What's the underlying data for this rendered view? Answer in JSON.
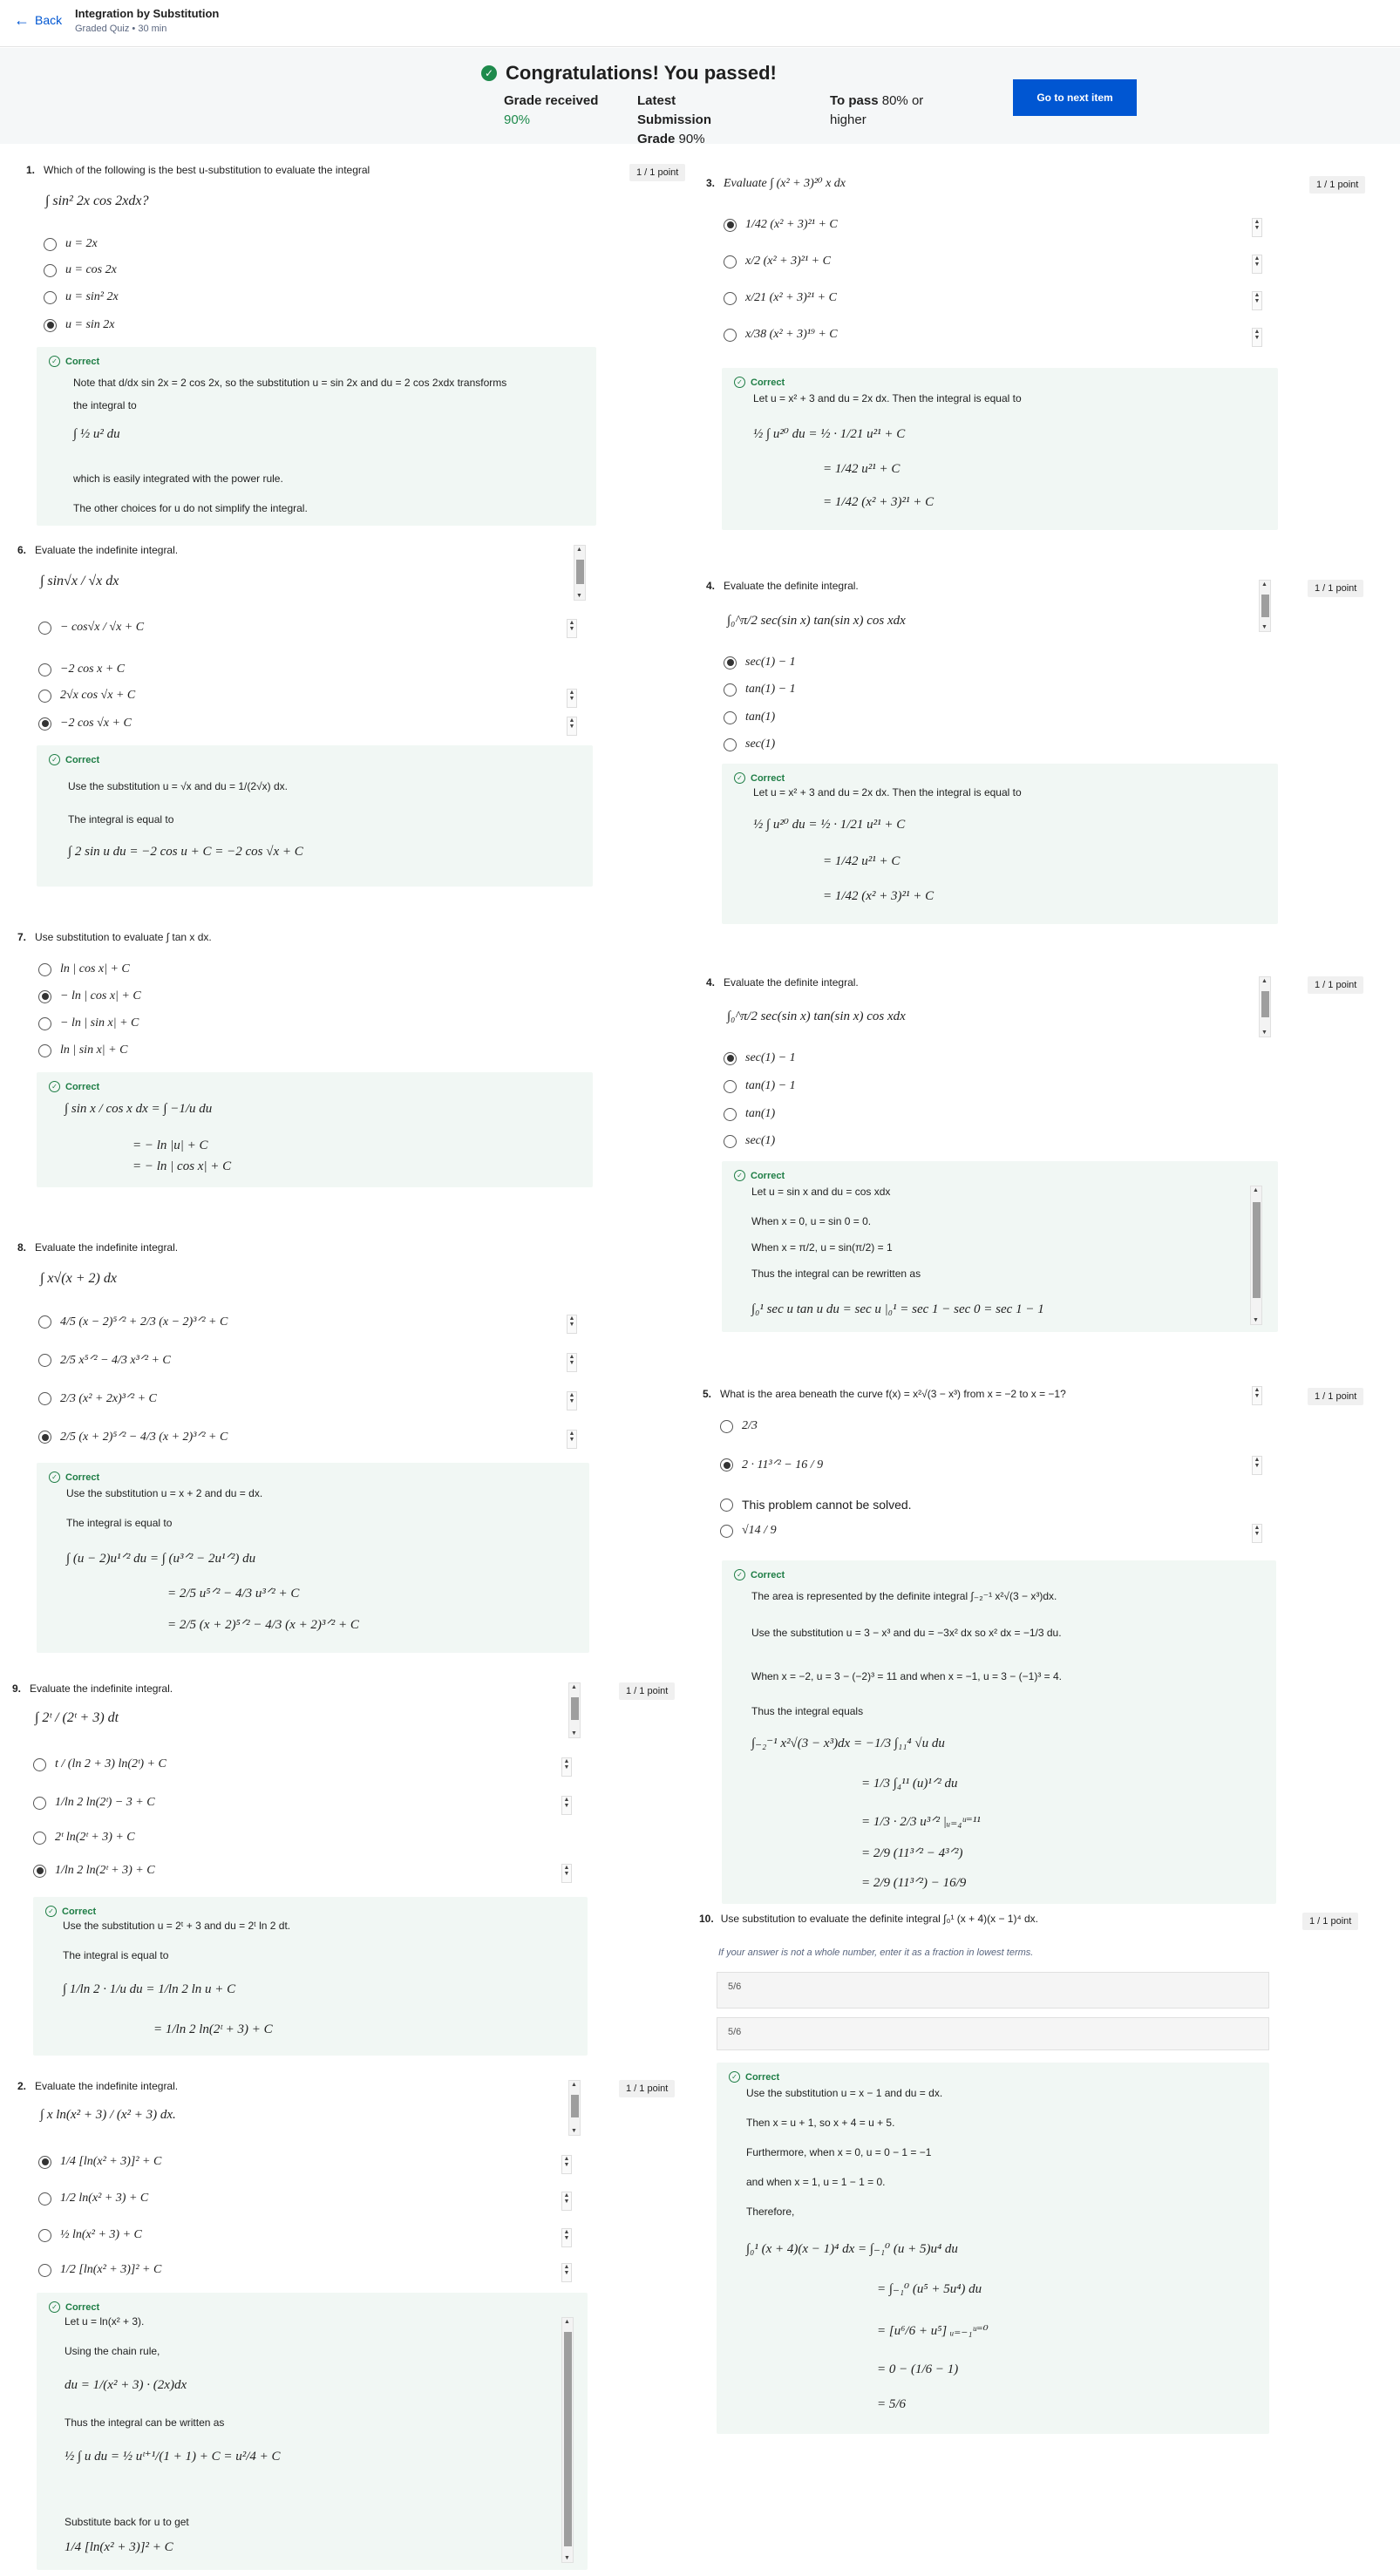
{
  "header": {
    "back_label": "Back",
    "title": "Integration by Substitution",
    "subtitle": "Graded Quiz • 30 min"
  },
  "banner": {
    "message": "Congratulations! You passed!",
    "grade_received_label": "Grade received",
    "grade_received_value": "90%",
    "latest_label": "Latest Submission Grade",
    "latest_value": "90%",
    "pass_label": "To pass",
    "pass_value": "80% or higher",
    "next_button": "Go to next item"
  },
  "points_label": "1 / 1 point",
  "correct_label": "Correct",
  "q1": {
    "num": "1.",
    "prompt": "Which of the following is the best u-substitution to evaluate the integral",
    "integral": "∫ sin² 2x cos 2xdx?",
    "options": [
      "u = 2x",
      "u = cos 2x",
      "u = sin² 2x",
      "u = sin 2x"
    ],
    "fb1": "Note that d/dx sin 2x = 2 cos 2x, so the substitution u = sin 2x and du = 2 cos 2xdx transforms",
    "fb2": "the integral to",
    "fb_eq": "∫ ½ u² du",
    "fb3": "which is easily integrated with the power rule.",
    "fb4": "The other choices for u do not simplify the integral."
  },
  "q3": {
    "num": "3.",
    "prompt": "Evaluate ∫ (x² + 3)²⁰ x dx",
    "options": [
      "1/42 (x² + 3)²¹ + C",
      "x/2 (x² + 3)²¹ + C",
      "x/21 (x² + 3)²¹ + C",
      "x/38 (x² + 3)¹⁹ + C"
    ],
    "fb1": "Let u = x² + 3 and du = 2x dx. Then the integral is equal to",
    "eq1": "½ ∫ u²⁰ du = ½ · 1/21 u²¹ + C",
    "eq2": "= 1/42 u²¹ + C",
    "eq3": "= 1/42 (x² + 3)²¹ + C"
  },
  "q6": {
    "num": "6.",
    "prompt": "Evaluate the indefinite integral.",
    "integral": "∫ sin√x / √x dx",
    "options": [
      "− cos√x / √x + C",
      "−2 cos x + C",
      "2√x cos √x + C",
      "−2 cos √x + C"
    ],
    "fb1": "Use the substitution u = √x and du = 1/(2√x) dx.",
    "fb2": "The integral is equal to",
    "fb_eq": "∫ 2 sin u du = −2 cos u + C = −2 cos √x + C"
  },
  "q4a": {
    "num": "4.",
    "prompt": "Evaluate the definite integral.",
    "integral": "∫₀^π/2 sec(sin x) tan(sin x) cos xdx",
    "options": [
      "sec(1) − 1",
      "tan(1) − 1",
      "tan(1)",
      "sec(1)"
    ],
    "fb1": "Let u = x² + 3 and du = 2x dx. Then the integral is equal to",
    "eq1": "½ ∫ u²⁰ du = ½ · 1/21 u²¹ + C",
    "eq2": "= 1/42 u²¹ + C",
    "eq3": "= 1/42 (x² + 3)²¹ + C"
  },
  "q7": {
    "num": "7.",
    "prompt": "Use substitution to evaluate ∫ tan x dx.",
    "options": [
      "ln | cos x| + C",
      "− ln | cos x| + C",
      "− ln | sin x| + C",
      "ln | sin x| + C"
    ],
    "eq1": "∫ sin x / cos x dx = ∫ −1/u du",
    "eq2": "= − ln |u| + C",
    "eq3": "= − ln | cos x| + C"
  },
  "q4b": {
    "num": "4.",
    "prompt": "Evaluate the definite integral.",
    "integral": "∫₀^π/2 sec(sin x) tan(sin x) cos xdx",
    "options": [
      "sec(1) − 1",
      "tan(1) − 1",
      "tan(1)",
      "sec(1)"
    ],
    "fb1": "Let u = sin x and du = cos xdx",
    "fb2": "When x = 0, u = sin 0 = 0.",
    "fb3": "When x = π/2, u = sin(π/2) = 1",
    "fb4": "Thus the integral can be rewritten as",
    "eq1": "∫₀¹ sec u tan u du = sec u |₀¹ = sec 1 − sec 0 = sec 1 − 1"
  },
  "q8": {
    "num": "8.",
    "prompt": "Evaluate the indefinite integral.",
    "integral": "∫ x√(x + 2) dx",
    "options": [
      "4/5 (x − 2)⁵ᐟ² + 2/3 (x − 2)³ᐟ² + C",
      "2/5 x⁵ᐟ² − 4/3 x³ᐟ² + C",
      "2/3 (x² + 2x)³ᐟ² + C",
      "2/5 (x + 2)⁵ᐟ² − 4/3 (x + 2)³ᐟ² + C"
    ],
    "fb1": "Use the substitution u = x + 2 and du = dx.",
    "fb2": "The integral is equal to",
    "eq1": "∫ (u − 2)u¹ᐟ² du = ∫ (u³ᐟ² − 2u¹ᐟ²) du",
    "eq2": "= 2/5 u⁵ᐟ² − 4/3 u³ᐟ² + C",
    "eq3": "= 2/5 (x + 2)⁵ᐟ² − 4/3 (x + 2)³ᐟ² + C"
  },
  "q5": {
    "num": "5.",
    "prompt": "What is the area beneath the curve f(x) = x²√(3 − x³) from x = −2 to x = −1?",
    "options": [
      "2/3",
      "2 · 11³ᐟ² − 16 / 9",
      "This problem cannot be solved.",
      "√14 / 9"
    ],
    "fb1": "The area is represented by the definite integral ∫₋₂⁻¹ x²√(3 − x³)dx.",
    "fb2": "Use the substitution u = 3 − x³ and du = −3x² dx so x² dx = −1/3 du.",
    "fb3": "When x = −2, u = 3 − (−2)³ = 11 and when x = −1, u = 3 − (−1)³ = 4.",
    "fb4": "Thus the integral equals",
    "eq1": "∫₋₂⁻¹ x²√(3 − x³)dx = −1/3 ∫₁₁⁴ √u du",
    "eq2": "= 1/3 ∫₄¹¹ (u)¹ᐟ² du",
    "eq3": "= 1/3 · 2/3 u³ᐟ² |ᵤ₌₄ᵘ⁼¹¹",
    "eq4": "= 2/9 (11³ᐟ² − 4³ᐟ²)",
    "eq5": "= 2/9 (11³ᐟ²) − 16/9"
  },
  "q9": {
    "num": "9.",
    "prompt": "Evaluate the indefinite integral.",
    "integral": "∫ 2ᵗ / (2ᵗ + 3) dt",
    "options": [
      "t / (ln 2 + 3) ln(2ᵗ) + C",
      "1/ln 2 ln(2ᵗ) − 3 + C",
      "2ᵗ ln(2ᵗ + 3) + C",
      "1/ln 2 ln(2ᵗ + 3) + C"
    ],
    "fb1": "Use the substitution u = 2ᵗ + 3 and du = 2ᵗ ln 2 dt.",
    "fb2": "The integral is equal to",
    "eq1": "∫ 1/ln 2 · 1/u du = 1/ln 2 ln u + C",
    "eq2": "= 1/ln 2 ln(2ᵗ + 3) + C"
  },
  "q10": {
    "num": "10.",
    "prompt": "Use substitution to evaluate the definite integral ∫₀¹ (x + 4)(x − 1)⁴ dx.",
    "hint": "If your answer is not a whole number, enter it as a fraction in lowest terms.",
    "answer_preview": "5/6",
    "answer_value": "5/6",
    "fb1": "Use the substitution u = x − 1 and du = dx.",
    "fb2": "Then x = u + 1, so x + 4 = u + 5.",
    "fb3": "Furthermore, when x = 0, u = 0 − 1 = −1",
    "fb4": "and when x = 1, u = 1 − 1 = 0.",
    "fb5": "Therefore,",
    "eq1": "∫₀¹ (x + 4)(x − 1)⁴ dx = ∫₋₁⁰ (u + 5)u⁴ du",
    "eq2": "= ∫₋₁⁰ (u⁵ + 5u⁴) du",
    "eq3": "= [u⁶/6 + u⁵] ᵤ₌₋₁ᵘ⁼⁰",
    "eq4": "= 0 − (1/6 − 1)",
    "eq5": "= 5/6"
  },
  "q2": {
    "num": "2.",
    "prompt": "Evaluate the indefinite integral.",
    "integral": "∫ x ln(x² + 3) / (x² + 3) dx.",
    "options": [
      "1/4 [ln(x² + 3)]² + C",
      "1/2 ln(x² + 3) + C",
      "½ ln(x² + 3) + C",
      "1/2 [ln(x² + 3)]² + C"
    ],
    "fb1": "Let u = ln(x² + 3).",
    "fb2": "Using the chain rule,",
    "eq1": "du = 1/(x² + 3) · (2x)dx",
    "fb3": "Thus the integral can be written as",
    "eq2": "½ ∫ u du = ½ uᵗ⁺¹/(1 + 1) + C = u²/4 + C",
    "fb4": "Substitute back for u to get",
    "eq3": "1/4 [ln(x² + 3)]² + C"
  }
}
